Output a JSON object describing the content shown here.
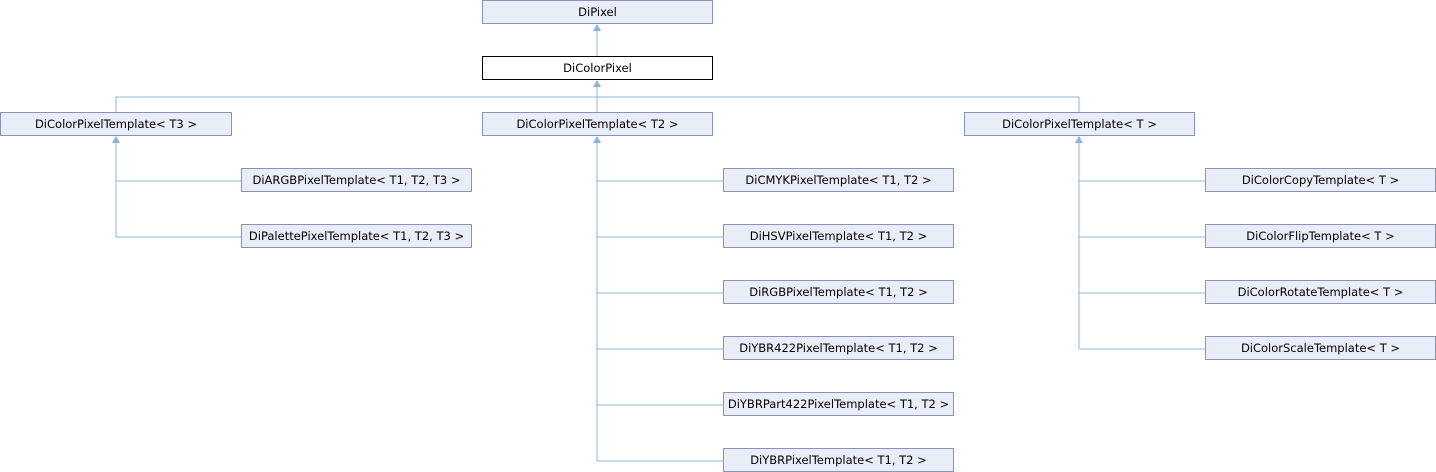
{
  "diagram": {
    "nodes": {
      "dipixel": "DiPixel",
      "dicolorpixel": "DiColorPixel",
      "t3": "DiColorPixelTemplate< T3 >",
      "t2": "DiColorPixelTemplate< T2 >",
      "t": "DiColorPixelTemplate< T >",
      "argb": "DiARGBPixelTemplate< T1, T2, T3 >",
      "palette": "DiPalettePixelTemplate< T1, T2, T3 >",
      "cmyk": "DiCMYKPixelTemplate< T1, T2 >",
      "hsv": "DiHSVPixelTemplate< T1, T2 >",
      "rgb": "DiRGBPixelTemplate< T1, T2 >",
      "ybr422": "DiYBR422PixelTemplate< T1, T2 >",
      "ybrpart422": "DiYBRPart422PixelTemplate< T1, T2 >",
      "ybr": "DiYBRPixelTemplate< T1, T2 >",
      "copy": "DiColorCopyTemplate< T >",
      "flip": "DiColorFlipTemplate< T >",
      "rotate": "DiColorRotateTemplate< T >",
      "scale": "DiColorScaleTemplate< T >"
    },
    "colors": {
      "node_fill": "#e8edf7",
      "node_border": "#8495bd",
      "current_fill": "#ffffff",
      "current_border": "#000000",
      "edge": "#8fb3d8"
    }
  }
}
